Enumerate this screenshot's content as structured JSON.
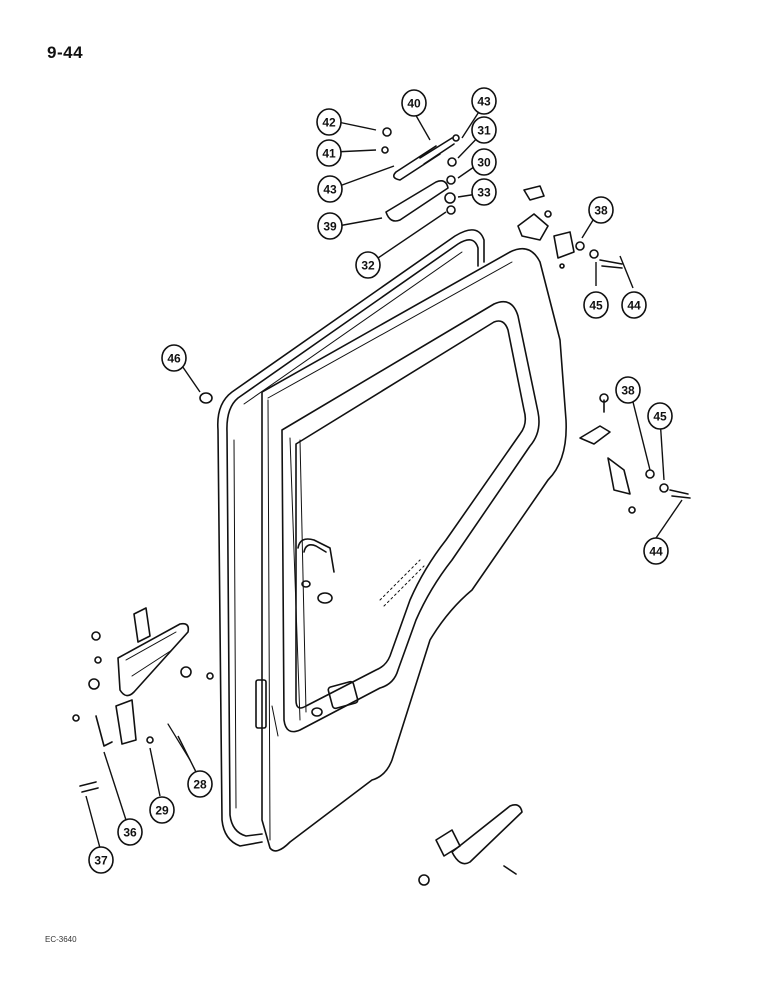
{
  "page_number": "9-44",
  "drawing_code": "EC-3640",
  "callouts": [
    {
      "id": "42",
      "label": "42"
    },
    {
      "id": "40",
      "label": "40"
    },
    {
      "id": "43a",
      "label": "43"
    },
    {
      "id": "41",
      "label": "41"
    },
    {
      "id": "31",
      "label": "31"
    },
    {
      "id": "30",
      "label": "30"
    },
    {
      "id": "43b",
      "label": "43"
    },
    {
      "id": "33",
      "label": "33"
    },
    {
      "id": "39",
      "label": "39"
    },
    {
      "id": "32",
      "label": "32"
    },
    {
      "id": "38a",
      "label": "38"
    },
    {
      "id": "45a",
      "label": "45"
    },
    {
      "id": "44a",
      "label": "44"
    },
    {
      "id": "46",
      "label": "46"
    },
    {
      "id": "38b",
      "label": "38"
    },
    {
      "id": "45b",
      "label": "45"
    },
    {
      "id": "44b",
      "label": "44"
    },
    {
      "id": "28",
      "label": "28"
    },
    {
      "id": "29",
      "label": "29"
    },
    {
      "id": "36",
      "label": "36"
    },
    {
      "id": "37",
      "label": "37"
    }
  ]
}
